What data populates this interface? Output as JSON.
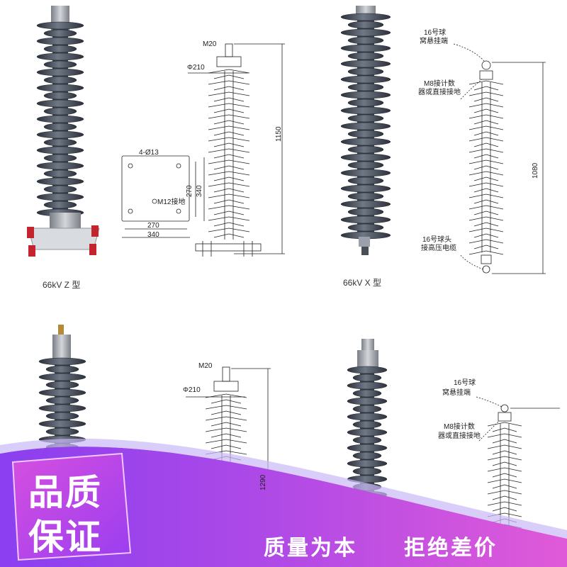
{
  "panels": {
    "top_left": {
      "caption": "66kV Z 型",
      "labels": {
        "m20": "M20",
        "phi210": "Φ210",
        "height": "1150",
        "holes": "4-Ø13",
        "m12": "M12接地",
        "base_w_inner": "270",
        "base_w_outer": "340",
        "base_h_inner": "270",
        "base_h_outer": "340"
      }
    },
    "top_right": {
      "caption": "66kV X 型",
      "labels": {
        "top_ball_1": "16号球",
        "top_ball_2": "窝悬挂端",
        "m8_1": "M8接计数",
        "m8_2": "器或直接接地",
        "height": "1080",
        "bottom_ball_1": "16号球头",
        "bottom_ball_2": "接高压电缆"
      }
    },
    "bottom_left": {
      "labels": {
        "m20": "M20",
        "phi210": "Φ210",
        "height": "1290"
      }
    },
    "bottom_right": {
      "labels": {
        "top_ball_1": "16号球",
        "top_ball_2": "窝悬挂端",
        "m8_1": "M8接计数",
        "m8_2": "器或直接接地"
      }
    }
  },
  "banner": {
    "badge_line1": "品质",
    "badge_line2": "保证",
    "slogan_left": "质量为本",
    "slogan_right": "拒绝差价"
  },
  "colors": {
    "accent_purple": "#8a3ff0",
    "accent_pink": "#e05ad8",
    "insulator_dark": "#3a3f4a",
    "insulator_mid": "#7d8694"
  }
}
